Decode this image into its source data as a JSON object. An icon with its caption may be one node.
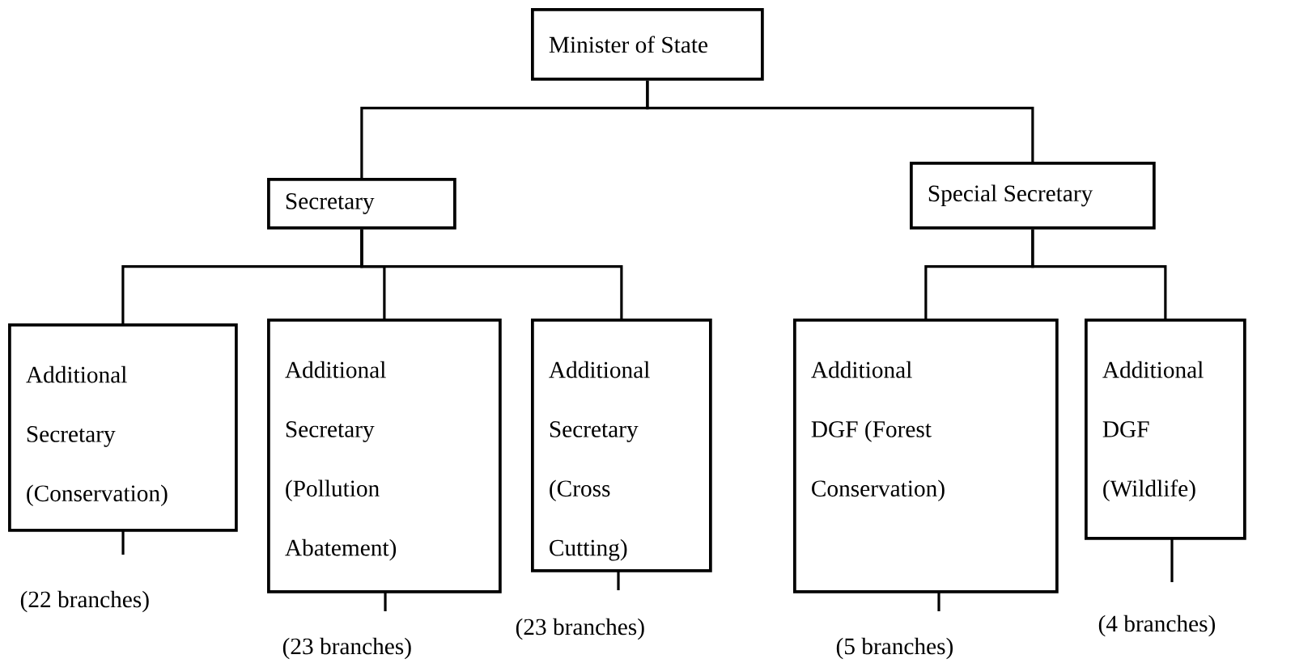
{
  "diagram": {
    "nodes": [
      {
        "text": [
          "Minister of State"
        ]
      },
      {
        "text": [
          "Secretary"
        ]
      },
      {
        "text": [
          "Special Secretary"
        ]
      },
      {
        "text": [
          "Additional Secretary (Conservation)"
        ],
        "beside": [
          "(22 branches)"
        ]
      },
      {
        "text": [
          "Additional Secretary (Pollution Abatement)"
        ],
        "beside": [
          "(23 branches)"
        ]
      },
      {
        "text": [
          "Additional Secretary (Cross Cutting)"
        ],
        "beside": [
          "(23 branches)"
        ]
      },
      {
        "text": [
          "Additional DGF (Forest Conservation)"
        ],
        "beside": [
          "(5 branches)"
        ]
      },
      {
        "text": [
          "Additional DGF (Wildlife)"
        ],
        "beside": [
          "(4 branches)"
        ]
      }
    ],
    "edges": [
      {
        "from": 0,
        "to": 1,
        "arrow": "none"
      },
      {
        "from": 0,
        "to": 2,
        "arrow": "none"
      },
      {
        "from": 1,
        "to": 3,
        "arrow": "none"
      },
      {
        "from": 1,
        "to": 4,
        "arrow": "none"
      },
      {
        "from": 1,
        "to": 5,
        "arrow": "none"
      },
      {
        "from": 2,
        "to": 6,
        "arrow": "none"
      },
      {
        "from": 2,
        "to": 7,
        "arrow": "none"
      }
    ]
  }
}
